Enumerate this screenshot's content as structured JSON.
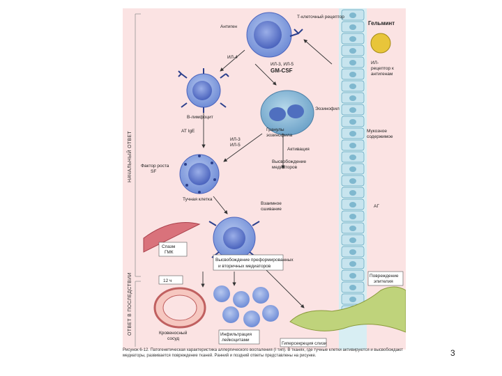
{
  "page_number": "3",
  "caption": "Рисунок 6-12. Патогенетическая характеристика аллергического воспаления (I тип). В тканях, где тучные клетки активируются и высвобождают медиаторы, развивается повреждение тканей. Ранний и поздний ответы представлены на рисунке.",
  "side_labels": {
    "top": "НАЧАЛЬНЫЙ ОТВЕТ",
    "bottom": "ОТВЕТ В ПОСЛЕДСТВИИ"
  },
  "labels": {
    "antigen": "Антиген",
    "t_receptor": "Т-клеточный рецептор",
    "helminth": "Гельминт",
    "il4": "ИЛ-4",
    "il4_il5_gmcsf_1": "ИЛ-3, ИЛ-5",
    "il4_il5_gmcsf_2": "GM-CSF",
    "il_receptor_1": "ИЛ-",
    "il_receptor_2": "рецептор к",
    "il_receptor_3": "антигенам",
    "b_lymphocyte": "В-лимфоцит",
    "eosinophil": "Эозинофил",
    "ige": "АТ IgE",
    "eos_granules_1": "Гранулы",
    "eos_granules_2": "эозинофила",
    "il3_1": "ИЛ-3",
    "il3_2": "ИЛ-5",
    "activation": "Активация",
    "mucus_1": "Мукозное",
    "mucus_2": "содержимое",
    "mast_factor_1": "Фактор роста",
    "mast_factor_2": "SF",
    "mediators_release_1": "Высвобождение",
    "mediators_release_2": "медиаторов",
    "mast_cell": "Тучная клетка",
    "crosslink_1": "Взаимное",
    "crosslink_2": "сшивание",
    "ag": "АГ",
    "smooth_muscle_1": "Спазм",
    "smooth_muscle_2": "ГМК",
    "release_1": "Высвобождение преформированных",
    "release_2": "и вторичных медиаторов",
    "epithelium_1": "Повреждение",
    "epithelium_2": "эпителия",
    "hours": "12 ч",
    "vessel_1": "Кровеносный",
    "vessel_2": "сосуд",
    "infiltrate_1": "Инфильтрация",
    "infiltrate_2": "лейкоцитами",
    "hypersecretion": "Гиперсекреция слизи"
  }
}
